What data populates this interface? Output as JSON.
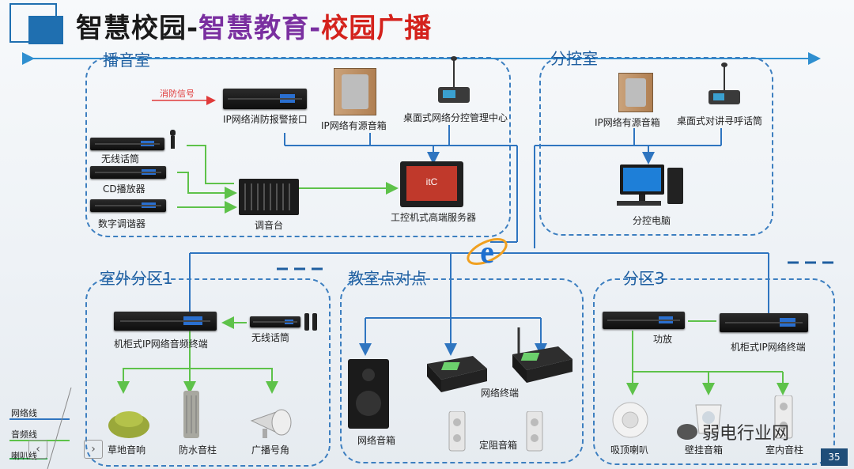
{
  "title": {
    "part1": "智慧校园-",
    "part2": "智慧教育-",
    "part3": "校园广播"
  },
  "zones": {
    "broadcast_room": "播音室",
    "sub_control": "分控室",
    "outdoor_zone1": "室外分区1",
    "classroom_p2p": "教室点对点",
    "zone3": "分区3"
  },
  "devices": {
    "fire_signal": "消防信号",
    "ip_fire_alarm": "IP网络消防报警接口",
    "ip_active_speaker": "IP网络有源音箱",
    "desktop_control_center": "桌面式网络分控管理中心",
    "wireless_mic": "无线话筒",
    "cd_player": "CD播放器",
    "digital_tuner": "数字调谐器",
    "mixer": "调音台",
    "server": "工控机式高端服务器",
    "sub_ip_speaker": "IP网络有源音箱",
    "desktop_intercom": "桌面式对讲寻呼话筒",
    "sub_pc": "分控电脑",
    "rack_audio_terminal": "机柜式IP网络音频终端",
    "wireless_mic2": "无线话筒",
    "lawn_speaker": "草地音响",
    "waterproof_column": "防水音柱",
    "horn": "广播号角",
    "network_speaker": "网络音箱",
    "network_terminal": "网络终端",
    "fixed_impedance_speaker": "定阻音箱",
    "amplifier": "功放",
    "rack_ip_terminal": "机柜式IP网络终端",
    "ceiling_speaker": "吸顶喇叭",
    "wall_speaker": "壁挂音箱",
    "indoor_column": "室内音柱"
  },
  "legend": {
    "network_line": "网络线",
    "audio_line": "音频线",
    "speaker_line": "喇叭线"
  },
  "watermark": "弱电行业网",
  "page_number": "35",
  "colors": {
    "network": "#2f75c0",
    "audio": "#5ec24a",
    "speaker": "#2fa84a",
    "title_purple": "#7a2fa0",
    "title_red": "#d4221c",
    "zone_border": "#3d7fc0"
  }
}
